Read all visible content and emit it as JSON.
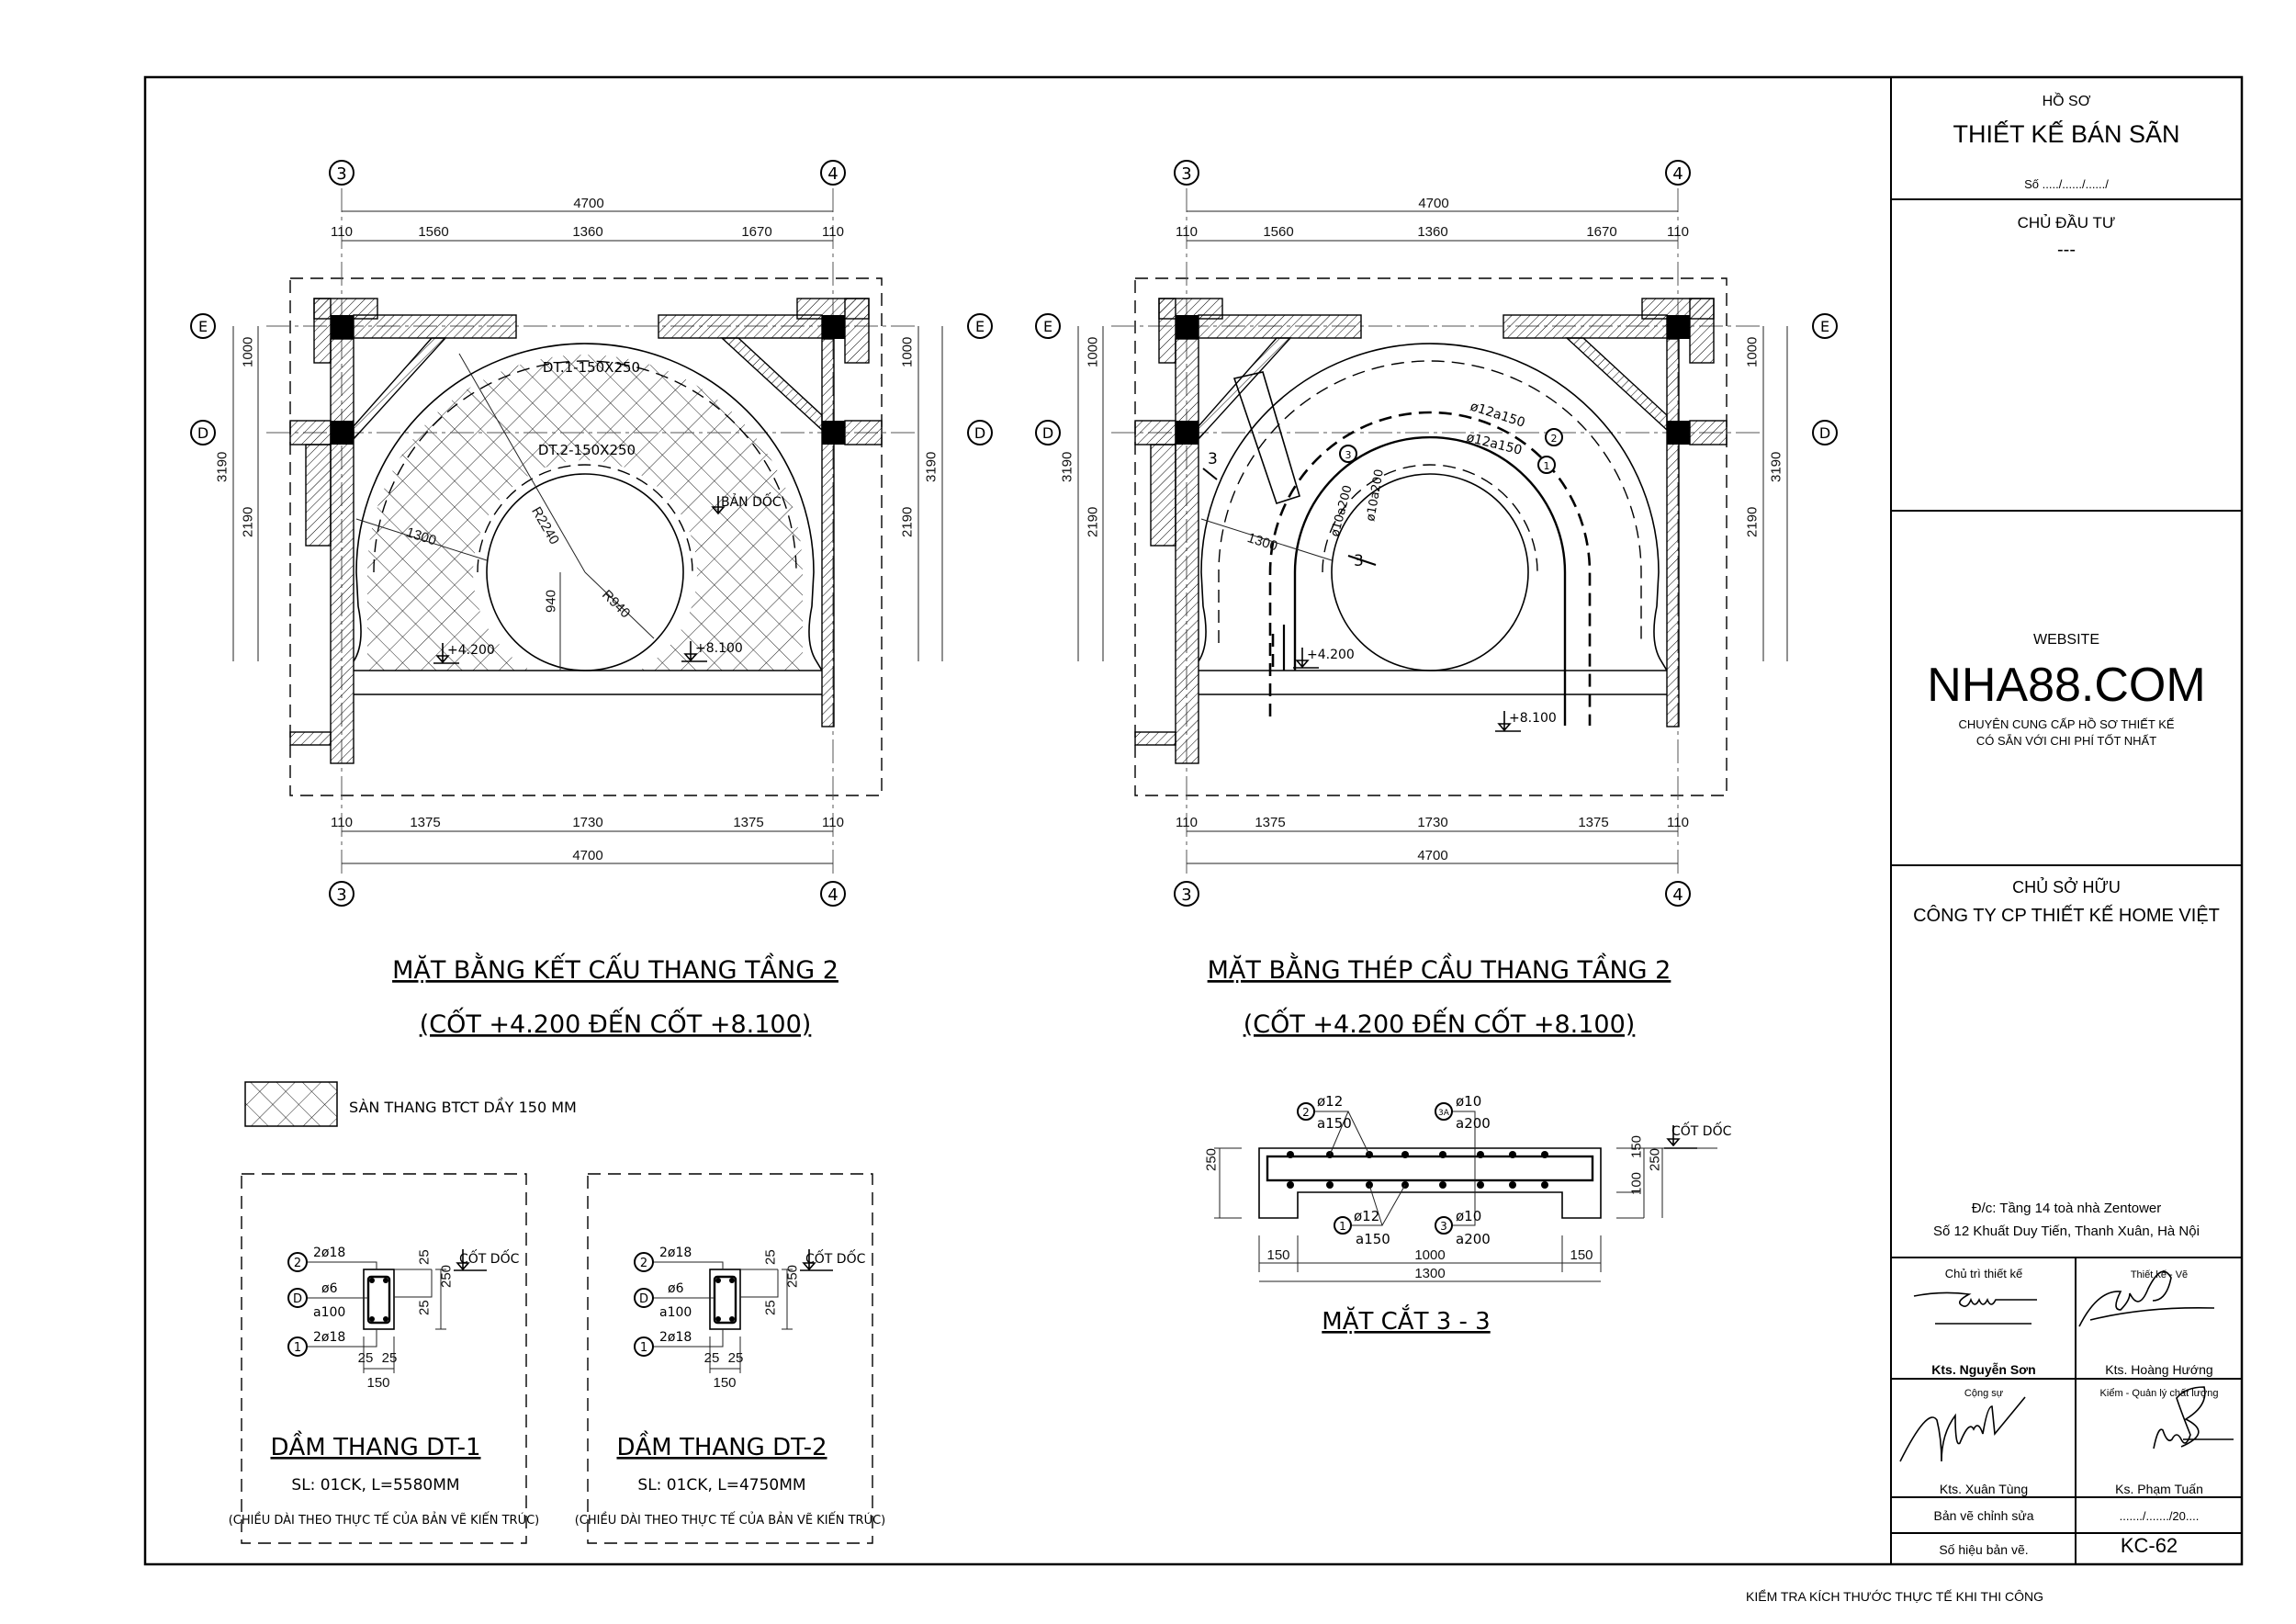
{
  "title_block": {
    "ho_so": "HỒ SƠ",
    "project_title": "THIẾT KẾ BÁN SÃN",
    "so": "Số ...../....../....../",
    "chu_dau_tu_label": "CHỦ ĐẦU TƯ",
    "chu_dau_tu_value": "---",
    "website_label": "WEBSITE",
    "website": "NHA88.COM",
    "tagline_1": "CHUYÊN CUNG CẤP HỒ SƠ THIẾT KẾ",
    "tagline_2": "CÓ SẴN VỚI CHI PHÍ TỐT NHẤT",
    "chu_so_huu_label": "CHỦ SỞ HỮU",
    "chu_so_huu_value": "CÔNG TY CP THIẾT KẾ HOME VIỆT",
    "address_1": "Đ/c: Tầng 14 toà nhà Zentower",
    "address_2": "Số 12 Khuất Duy Tiến, Thanh Xuân, Hà Nội",
    "roles": [
      {
        "role": "Chủ trì thiết kế",
        "name": "Kts. Nguyễn Sơn"
      },
      {
        "role": "Thiết kế - Vẽ",
        "name": "Kts. Hoàng Hướng"
      },
      {
        "role": "Cộng sự",
        "name": "Kts. Xuân Tùng"
      },
      {
        "role": "Kiểm - Quản lý chất lượng",
        "name": "Ks. Phạm Tuấn"
      }
    ],
    "revision_label": "Bản vẽ chỉnh sửa",
    "revision_value": "......./......./20....",
    "sheet_label": "Số hiệu bản vẽ.",
    "sheet_value": "KC-62"
  },
  "footer_note": "KIỂM TRA KÍCH THƯỚC THỰC TẾ KHI THI CÔNG",
  "grid": {
    "col_left": "3",
    "col_right": "4",
    "row_top": "E",
    "row_bottom": "D"
  },
  "dims": {
    "total": "4700",
    "edge": "110",
    "top": [
      "1560",
      "1360",
      "1670"
    ],
    "bottom": [
      "1375",
      "1730",
      "1375"
    ],
    "side_upper": "1000",
    "side_total": "3190",
    "side_lower": "2190",
    "r_outer": "R2240",
    "r_inner": "R940",
    "inner_v": "940",
    "width": "1300"
  },
  "plan_left": {
    "title": "MẶT BẰNG KẾT CẤU THANG TẦNG 2",
    "subtitle": "(CỐT +4.200 ĐẾN CỐT +8.100)",
    "beam1": "DT.1-150X250",
    "beam2": "DT.2-150X250",
    "slope": "BẢN DỐC",
    "lvl_low": "+4.200",
    "lvl_high": "+8.100"
  },
  "plan_right": {
    "title": "MẶT BẰNG THÉP CẦU THANG TẦNG 2",
    "subtitle": "(CỐT +4.200 ĐẾN CỐT +8.100)",
    "bar2": "ø12a150",
    "bar2_no": "2",
    "bar1": "ø12a150",
    "bar1_no": "1",
    "bar3a": "ø10a200",
    "bar3": "ø10a200",
    "bar3_no": "3",
    "section_mark": "3",
    "lvl_low": "+4.200",
    "lvl_high": "+8.100"
  },
  "legend": {
    "label": "SÀN THANG BTCT DẦY 150 MM"
  },
  "section": {
    "title": "MẶT CẮT 3 - 3",
    "bar2_no": "2",
    "bar2_dia": "ø12",
    "bar2_sp": "a150",
    "bar3a_no": "3A",
    "bar3a_dia": "ø10",
    "bar3a_sp": "a200",
    "bar1_no": "1",
    "bar1_dia": "ø12",
    "bar1_sp": "a150",
    "bar3_no": "3",
    "bar3_dia": "ø10",
    "bar3_sp": "a200",
    "level": "CỐT DỐC",
    "d150": "150",
    "d1000": "1000",
    "d1300": "1300",
    "d250": "250",
    "d100": "100"
  },
  "beams": [
    {
      "title": "DẦM THANG DT-1",
      "qty": "SL: 01CK, L=5580MM",
      "note": "(CHIỀU DÀI  THEO THỰC TẾ CỦA BẢN VẼ KIẾN TRÚC)"
    },
    {
      "title": "DẦM THANG DT-2",
      "qty": "SL: 01CK, L=4750MM",
      "note": "(CHIỀU DÀI  THEO THỰC TẾ CỦA BẢN VẼ KIẾN TRÚC)"
    }
  ],
  "beam_detail": {
    "top_no": "2",
    "top_bar": "2ø18",
    "stir_no": "D",
    "stir_bar": "ø6",
    "stir_sp": "a100",
    "bot_no": "1",
    "bot_bar": "2ø18",
    "level": "CỐT DỐC",
    "h": "250",
    "cover": "25",
    "w": "150"
  }
}
